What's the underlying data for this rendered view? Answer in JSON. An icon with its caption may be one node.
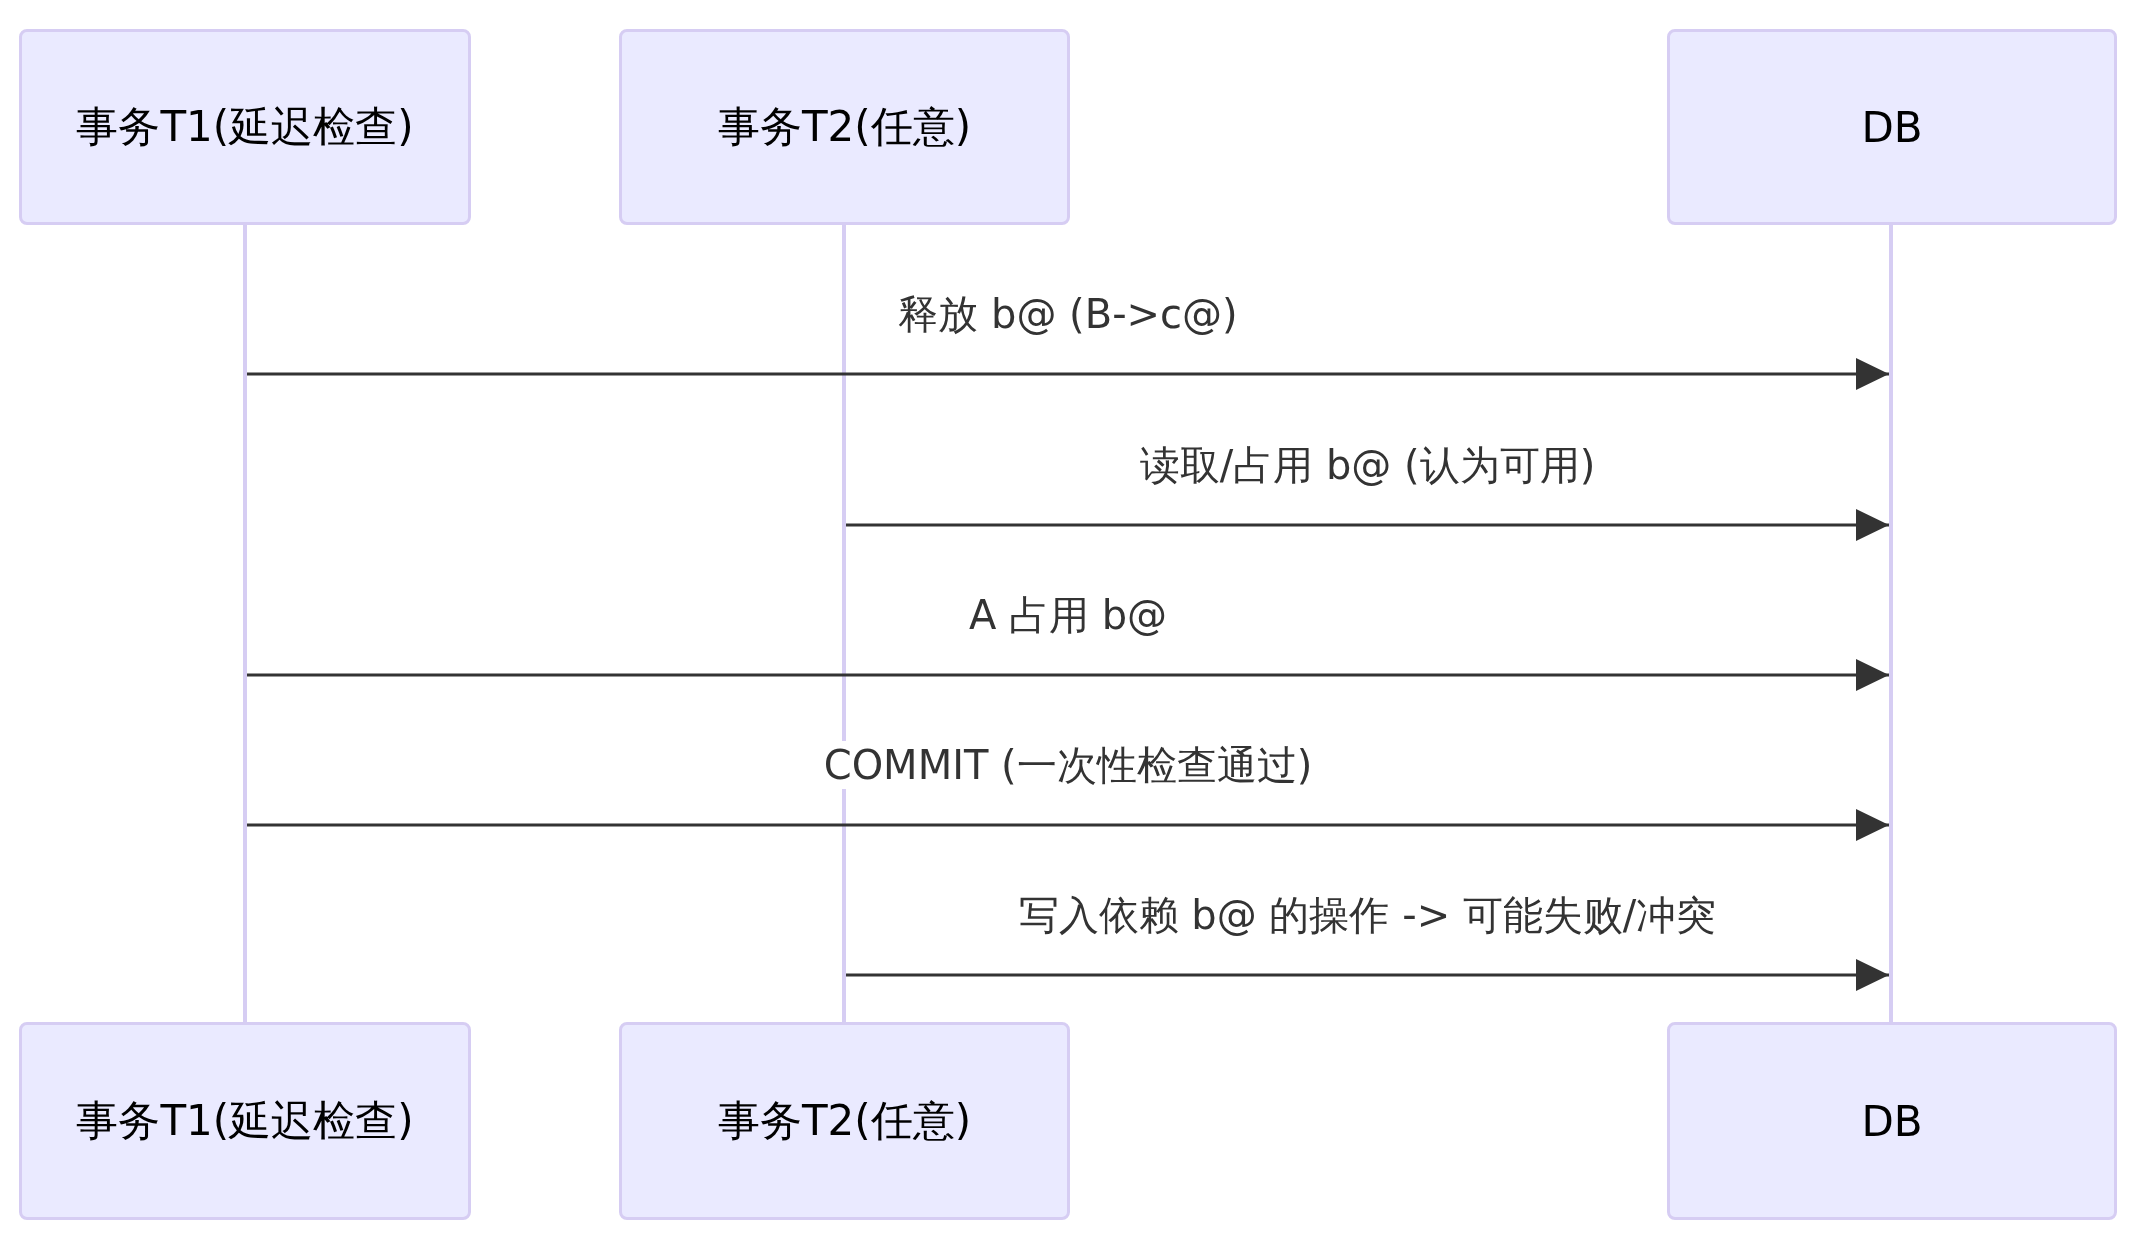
{
  "diagram": {
    "nodes": [
      {
        "text": [
          "事务T1(延迟检查)"
        ]
      },
      {
        "text": [
          "事务T2(任意)"
        ]
      },
      {
        "text": [
          "DB"
        ]
      },
      {
        "text": [],
        "shape": "bar"
      },
      {
        "text": [],
        "shape": "bar"
      },
      {
        "text": [],
        "shape": "bar"
      },
      {
        "text": [
          "事务T1(延迟检查)"
        ]
      },
      {
        "text": [
          "事务T2(任意)"
        ]
      },
      {
        "text": [
          "DB"
        ]
      }
    ],
    "edges": [
      {
        "from": 3,
        "to": 5,
        "arrow": "to",
        "label": "释放 b@ (B->c@)"
      },
      {
        "from": 4,
        "to": 5,
        "arrow": "to",
        "label": "读取/占用 b@ (认为可用)"
      },
      {
        "from": 3,
        "to": 5,
        "arrow": "to",
        "label": "A 占用 b@"
      },
      {
        "from": 3,
        "to": 5,
        "arrow": "to",
        "label": "COMMIT (一次性检查通过)"
      },
      {
        "from": 4,
        "to": 5,
        "arrow": "to",
        "label": "写入依赖 b@ 的操作 -> 可能失败/冲突"
      }
    ]
  }
}
